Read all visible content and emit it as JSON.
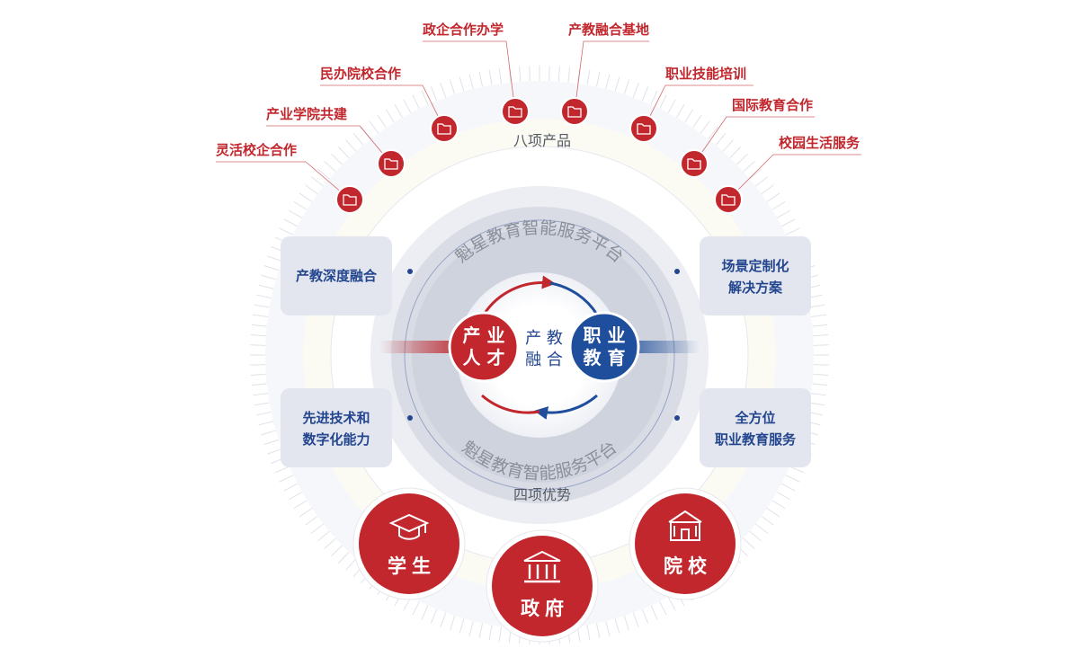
{
  "products_title": "八项产品",
  "products": [
    "灵活校企合作",
    "产业学院共建",
    "民办院校合作",
    "政企合作办学",
    "产教融合基地",
    "职业技能培训",
    "国际教育合作",
    "校园生活服务"
  ],
  "advantages_title": "四项优势",
  "advantages": [
    {
      "lines": [
        "产教深度融合"
      ]
    },
    {
      "lines": [
        "场景定制化",
        "解决方案"
      ]
    },
    {
      "lines": [
        "先进技术和",
        "数字化能力"
      ]
    },
    {
      "lines": [
        "全方位",
        "职业教育服务"
      ]
    }
  ],
  "platform_top": "魁星教育智能服务平台",
  "platform_bottom": "魁星教育智能服务平台",
  "center": {
    "left_bubble": [
      "产 业",
      "人 才"
    ],
    "middle": [
      "产 教",
      "融 合"
    ],
    "right_bubble": [
      "职 业",
      "教 育"
    ]
  },
  "stakeholders": {
    "student": "学生",
    "government": "政府",
    "college": "院校"
  },
  "colors": {
    "red": "#c1272d",
    "blue": "#1f4e9c",
    "text_blue": "#23468f",
    "ring_light": "#f4f5f8",
    "ring_mid": "#d9dce5",
    "box_fill": "#e3e6ee"
  },
  "icons": {
    "product": "folder-icon",
    "student": "graduation-cap-icon",
    "government": "government-building-icon",
    "college": "school-building-icon"
  }
}
